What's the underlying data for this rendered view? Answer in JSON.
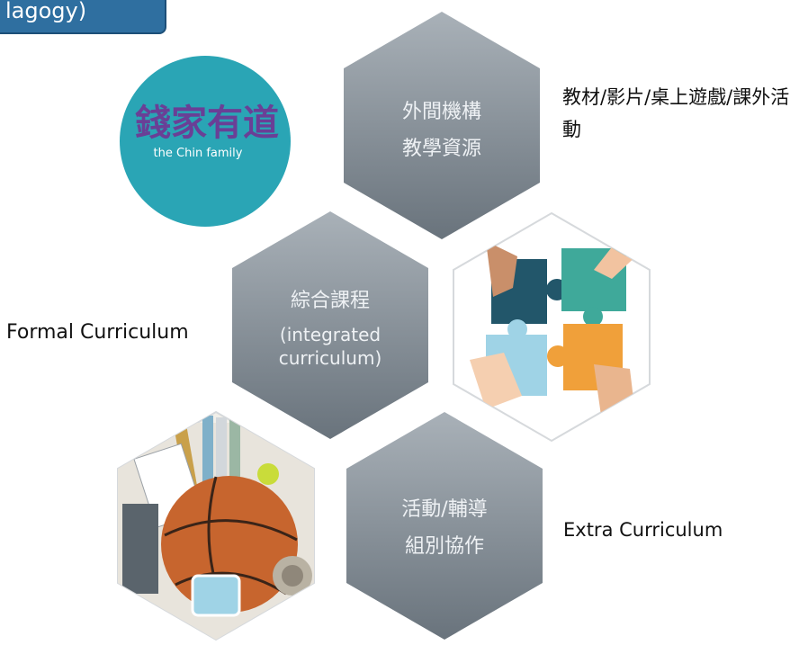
{
  "header": {
    "tab_text": "lagogy)"
  },
  "logo": {
    "title": "錢家有道",
    "subtitle": "the Chin family"
  },
  "hexagons": {
    "external": {
      "line1": "外間機構",
      "line2": "教學資源"
    },
    "integrated": {
      "line1": "綜合課程",
      "line2": "(integrated",
      "line3": "curriculum)"
    },
    "activities": {
      "line1": "活動/輔導",
      "line2": "組別協作"
    }
  },
  "notes": {
    "external_resources": "教材/影片/桌上遊戲/課外活動",
    "formal": "Formal Curriculum",
    "extra": "Extra Curriculum"
  },
  "colors": {
    "hex_top": "#a9b1b8",
    "hex_bottom": "#69737c",
    "logo_circle": "#2aa5b5",
    "logo_text": "#6a3f96",
    "tab_fill": "#2f6fa0",
    "puzzle_dark_teal": "#22566a",
    "puzzle_green": "#3fa99a",
    "puzzle_light_blue": "#9fd3e6",
    "puzzle_orange": "#f0a03a"
  },
  "images": {
    "puzzle": "puzzle-hands-illustration",
    "supplies": "school-supplies-basketball-photo"
  }
}
